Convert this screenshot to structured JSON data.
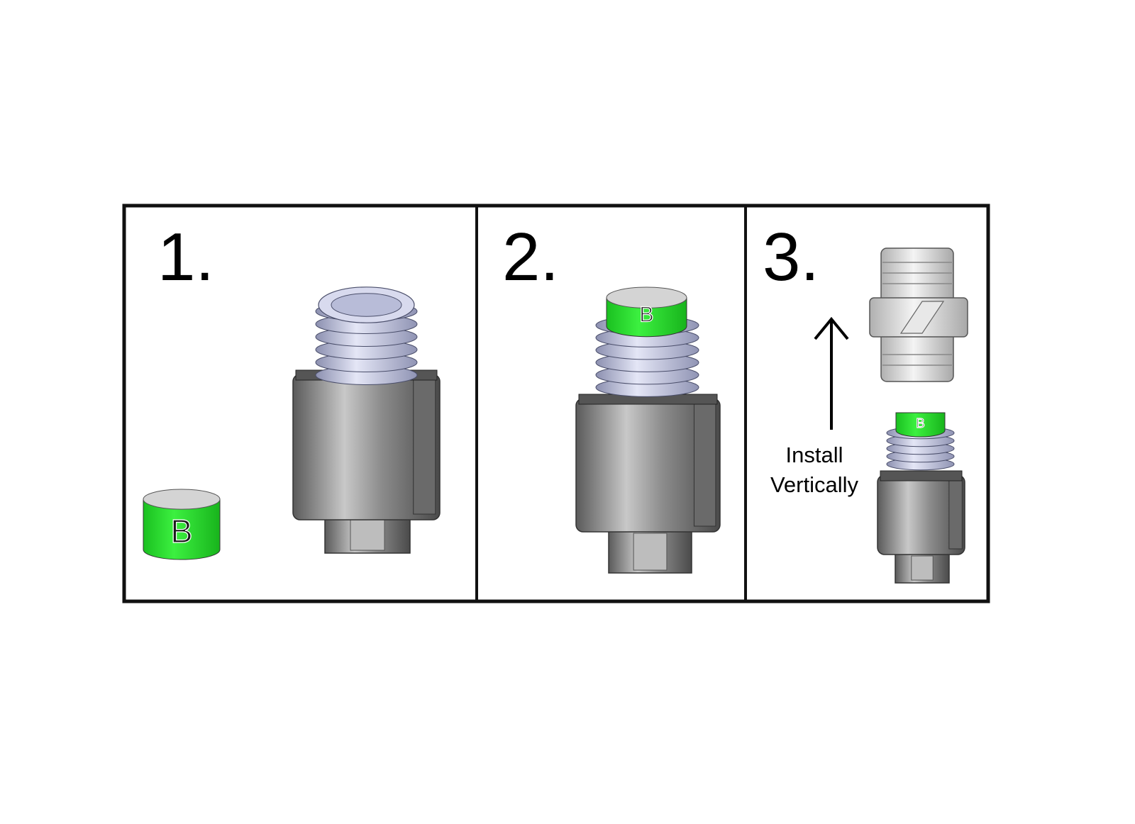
{
  "panels": [
    {
      "step": "1."
    },
    {
      "step": "2."
    },
    {
      "step": "3.",
      "instruction_line1": "Install",
      "instruction_line2": "Vertically"
    }
  ],
  "cap_letter": "B",
  "colors": {
    "cap_green": "#22e02a",
    "thread": "#c4c8e6",
    "body": "#8a8a8a",
    "frame": "#111111"
  }
}
